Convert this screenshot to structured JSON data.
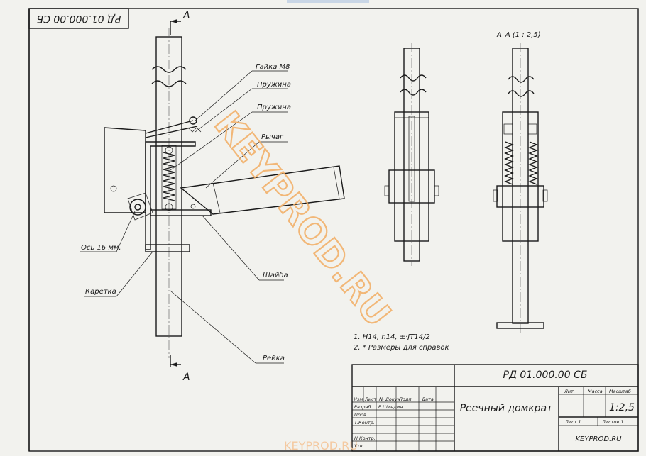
{
  "doc": {
    "code_top_mirrored": "РД 01.000.00 СБ",
    "section_marker": "А",
    "section_title": "А–А (1 : 2,5)",
    "labels": {
      "nut": "Гайка М8",
      "spring1": "Пружина",
      "spring2": "Пружина",
      "lever": "Рычаг",
      "axis": "Ось 16 мм.",
      "carriage": "Каретка",
      "washer": "Шайба",
      "rack": "Рейка"
    },
    "notes": [
      "1. H14, h14, ±·JT14/2",
      "2. * Размеры для справок"
    ]
  },
  "title_block": {
    "code": "РД 01.000.00 СБ",
    "name": "Реечный домкрат",
    "col_headers": [
      "Изм",
      "Лист",
      "№ Докум",
      "Подп.",
      "Дата"
    ],
    "roles": [
      "Разраб.",
      "Пров.",
      "Т.Контр.",
      "Н.Контр.",
      "Утв."
    ],
    "developer": "Р.Шиндин",
    "lit_label": "Лит.",
    "mass_label": "Масса",
    "scale_label": "Масштаб",
    "scale_value": "1:2,5",
    "sheet_label": "Лист 1",
    "sheets_label": "Листов 1",
    "org": "KEYPROD.RU"
  },
  "watermark": {
    "diagonal": "KEYPROD.RU",
    "bottom": "KEYPROD.RU"
  }
}
